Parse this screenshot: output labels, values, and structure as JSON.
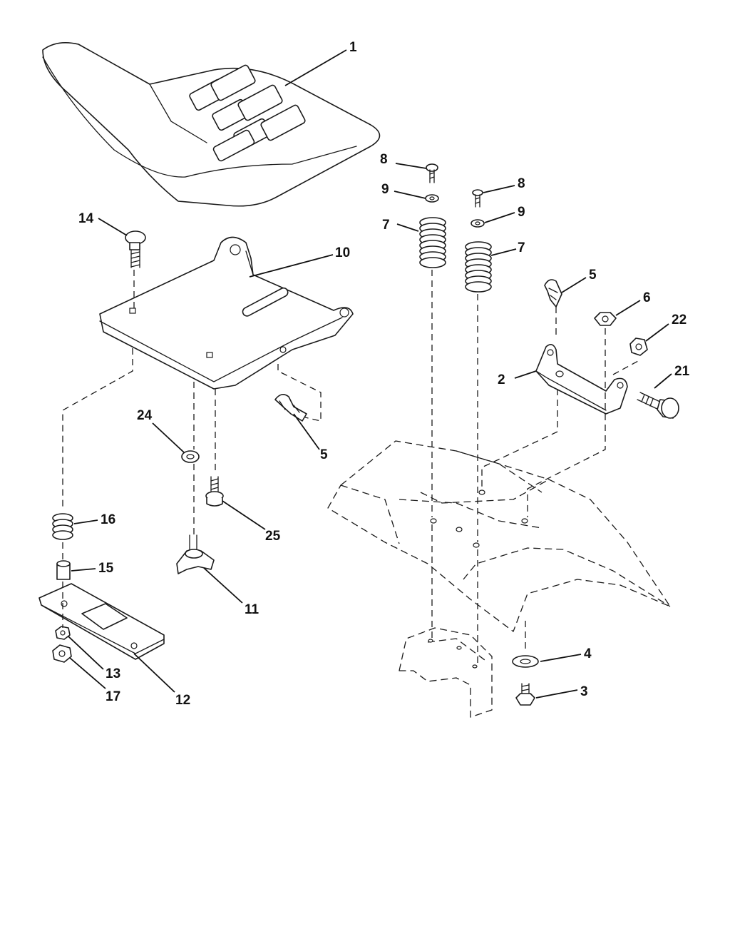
{
  "callouts": {
    "seat": "1",
    "seat_bracket": "2",
    "bolt": "3",
    "washer_4": "4",
    "clip_right": "5",
    "clip_left": "5",
    "nut_6": "6",
    "spring_left": "7",
    "spring_right": "7",
    "screw_left": "8",
    "screw_right": "8",
    "washer_9_left": "9",
    "washer_9_right": "9",
    "seat_pan": "10",
    "knob": "11",
    "slide_plate": "12",
    "nut_13": "13",
    "carriage_bolt": "14",
    "spacer": "15",
    "spring_16": "16",
    "nut_17": "17",
    "bolt_21": "21",
    "nut_22": "22",
    "washer_24": "24",
    "bolt_25": "25"
  }
}
